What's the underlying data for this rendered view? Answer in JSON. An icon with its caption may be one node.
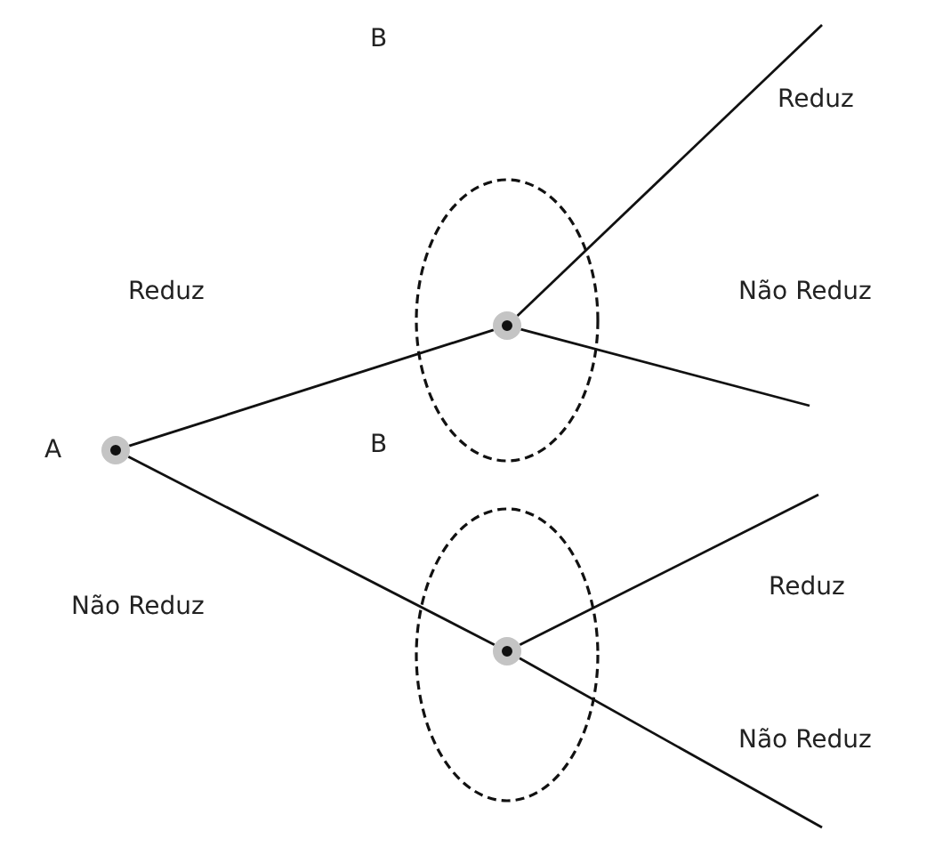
{
  "diagram": {
    "nodes": [
      {
        "text": [],
        "shape": "circle",
        "beside": [
          "A"
        ]
      },
      {
        "text": [],
        "shape": "ellipse"
      },
      {
        "text": [],
        "shape": "circle",
        "in": 1
      },
      {
        "text": [],
        "shape": "ellipse"
      },
      {
        "text": [],
        "shape": "circle",
        "in": 3
      }
    ],
    "edges": [
      {
        "from": 0,
        "to": 2,
        "arrow": "none",
        "label": "Reduz"
      },
      {
        "from": 0,
        "to": 4,
        "arrow": "none",
        "label": "Não Reduz"
      },
      {
        "from": 2,
        "to": null,
        "arrow": "none",
        "label": "Reduz"
      },
      {
        "from": 2,
        "to": null,
        "arrow": "none",
        "label": "Não Reduz"
      },
      {
        "from": 4,
        "to": null,
        "arrow": "none",
        "label": "Reduz"
      },
      {
        "from": 4,
        "to": null,
        "arrow": "none",
        "label": "Não Reduz"
      }
    ],
    "labels": [
      "B",
      "B"
    ]
  }
}
